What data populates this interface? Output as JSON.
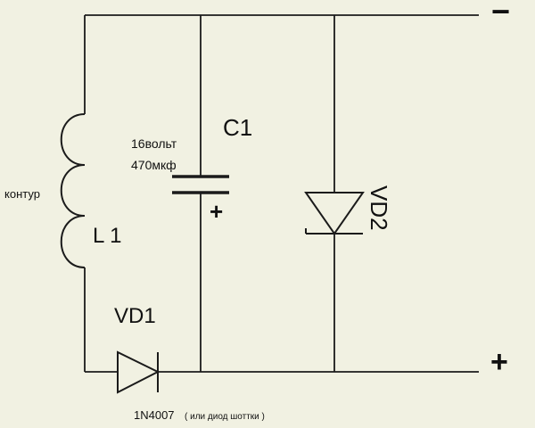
{
  "labels": {
    "c1_name": "C1",
    "c1_voltage": "16вольт",
    "c1_capacitance": "470мкф",
    "c1_polarity": "+",
    "l1_name": "L 1",
    "coil_label": "контур",
    "vd1_name": "VD1",
    "vd1_part": "1N4007",
    "vd1_alt": "( или диод шоттки )",
    "vd2_name": "VD2",
    "terminal_negative": "−",
    "terminal_positive": "+"
  },
  "colors": {
    "background": "#f1f1e2",
    "ink": "#1b1b1b"
  }
}
